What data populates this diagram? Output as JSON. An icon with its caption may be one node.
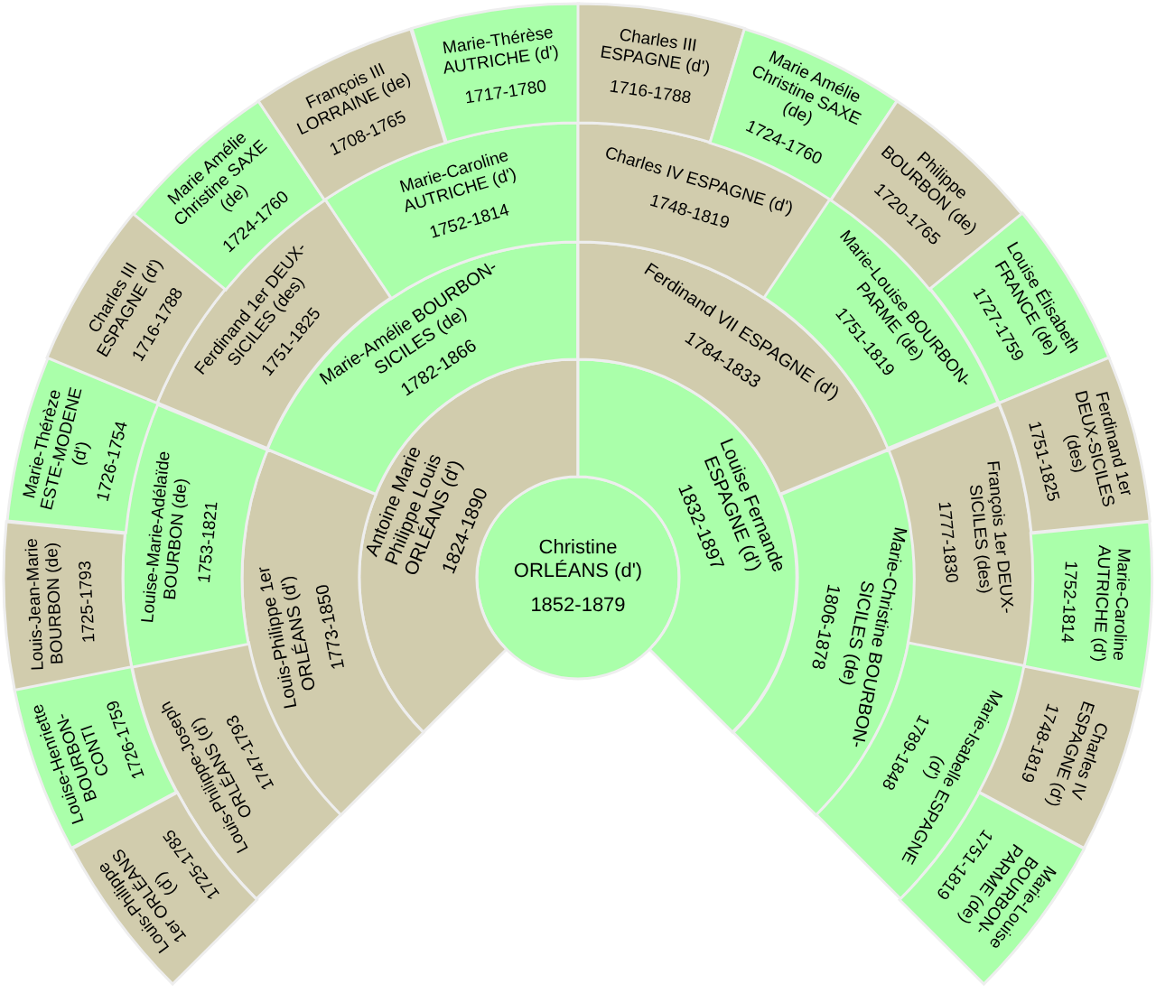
{
  "diagram": {
    "nodes": [
      {
        "text": [
          "Christine ORLÉANS (d')",
          "1852-1879"
        ]
      },
      {
        "text": [
          "Antoine Marie Philippe Louis ORLÉANS (d')",
          "1824-1890"
        ]
      },
      {
        "text": [
          "Louise Fernande ESPAGNE (d')",
          "1832-1897"
        ]
      },
      {
        "text": [
          "Louis-Philippe 1er ORLÉANS (d')",
          "1773-1850"
        ]
      },
      {
        "text": [
          "Marie-Amélie BOURBON-SICILES (de)",
          "1782-1866"
        ]
      },
      {
        "text": [
          "Ferdinand VII ESPAGNE (d')",
          "1784-1833"
        ]
      },
      {
        "text": [
          "Marie-Christine BOURBON-SICILES (de)",
          "1806-1878"
        ]
      },
      {
        "text": [
          "Louis-Philippe-Joseph ORLÉANS (d')",
          "1747-1793"
        ]
      },
      {
        "text": [
          "Louise-Marie-Adélaïde BOURBON (de)",
          "1753-1821"
        ]
      },
      {
        "text": [
          "Ferdinand 1er DEUX-SICILES (des)",
          "1751-1825"
        ]
      },
      {
        "text": [
          "Marie-Caroline AUTRICHE (d')",
          "1752-1814"
        ]
      },
      {
        "text": [
          "Charles IV ESPAGNE (d')",
          "1748-1819"
        ]
      },
      {
        "text": [
          "Marie-Louise BOURBON-PARME (de)",
          "1751-1819"
        ]
      },
      {
        "text": [
          "François 1er DEUX-SICILES (des)",
          "1777-1830"
        ]
      },
      {
        "text": [
          "Marie-Isabelle ESPAGNE (d')",
          "1789-1848"
        ]
      },
      {
        "text": [
          "Louis-Philippe 1er ORLÉANS (d')",
          "1725-1785"
        ]
      },
      {
        "text": [
          "Louise-Henriette BOURBON-CONTI",
          "1726-1759"
        ]
      },
      {
        "text": [
          "Louis-Jean-Marie BOURBON (de)",
          "1725-1793"
        ]
      },
      {
        "text": [
          "Marie-Thérèze ESTE-MODENE (d')",
          "1726-1754"
        ]
      },
      {
        "text": [
          "Charles III ESPAGNE (d')",
          "1716-1788"
        ]
      },
      {
        "text": [
          "Marie Amélie Christine SAXE (de)",
          "1724-1760"
        ]
      },
      {
        "text": [
          "François III LORRAINE (de)",
          "1708-1765"
        ]
      },
      {
        "text": [
          "Marie-Thérèse AUTRICHE (d')",
          "1717-1780"
        ]
      },
      {
        "text": [
          "Charles III ESPAGNE (d')",
          "1716-1788"
        ]
      },
      {
        "text": [
          "Marie Amélie Christine SAXE (de)",
          "1724-1760"
        ]
      },
      {
        "text": [
          "Philippe BOURBON (de)",
          "1720-1765"
        ]
      },
      {
        "text": [
          "Louise Élisabeth FRANCE (de)",
          "1727-1759"
        ]
      },
      {
        "text": [
          "Ferdinand 1er DEUX-SICILES (des)",
          "1751-1825"
        ]
      },
      {
        "text": [
          "Marie-Caroline AUTRICHE (d')",
          "1752-1814"
        ]
      },
      {
        "text": [
          "Charles IV ESPAGNE (d')",
          "1748-1819"
        ]
      },
      {
        "text": [
          "Marie-Louise BOURBON-PARME (de)",
          "1751-1819"
        ]
      }
    ]
  }
}
